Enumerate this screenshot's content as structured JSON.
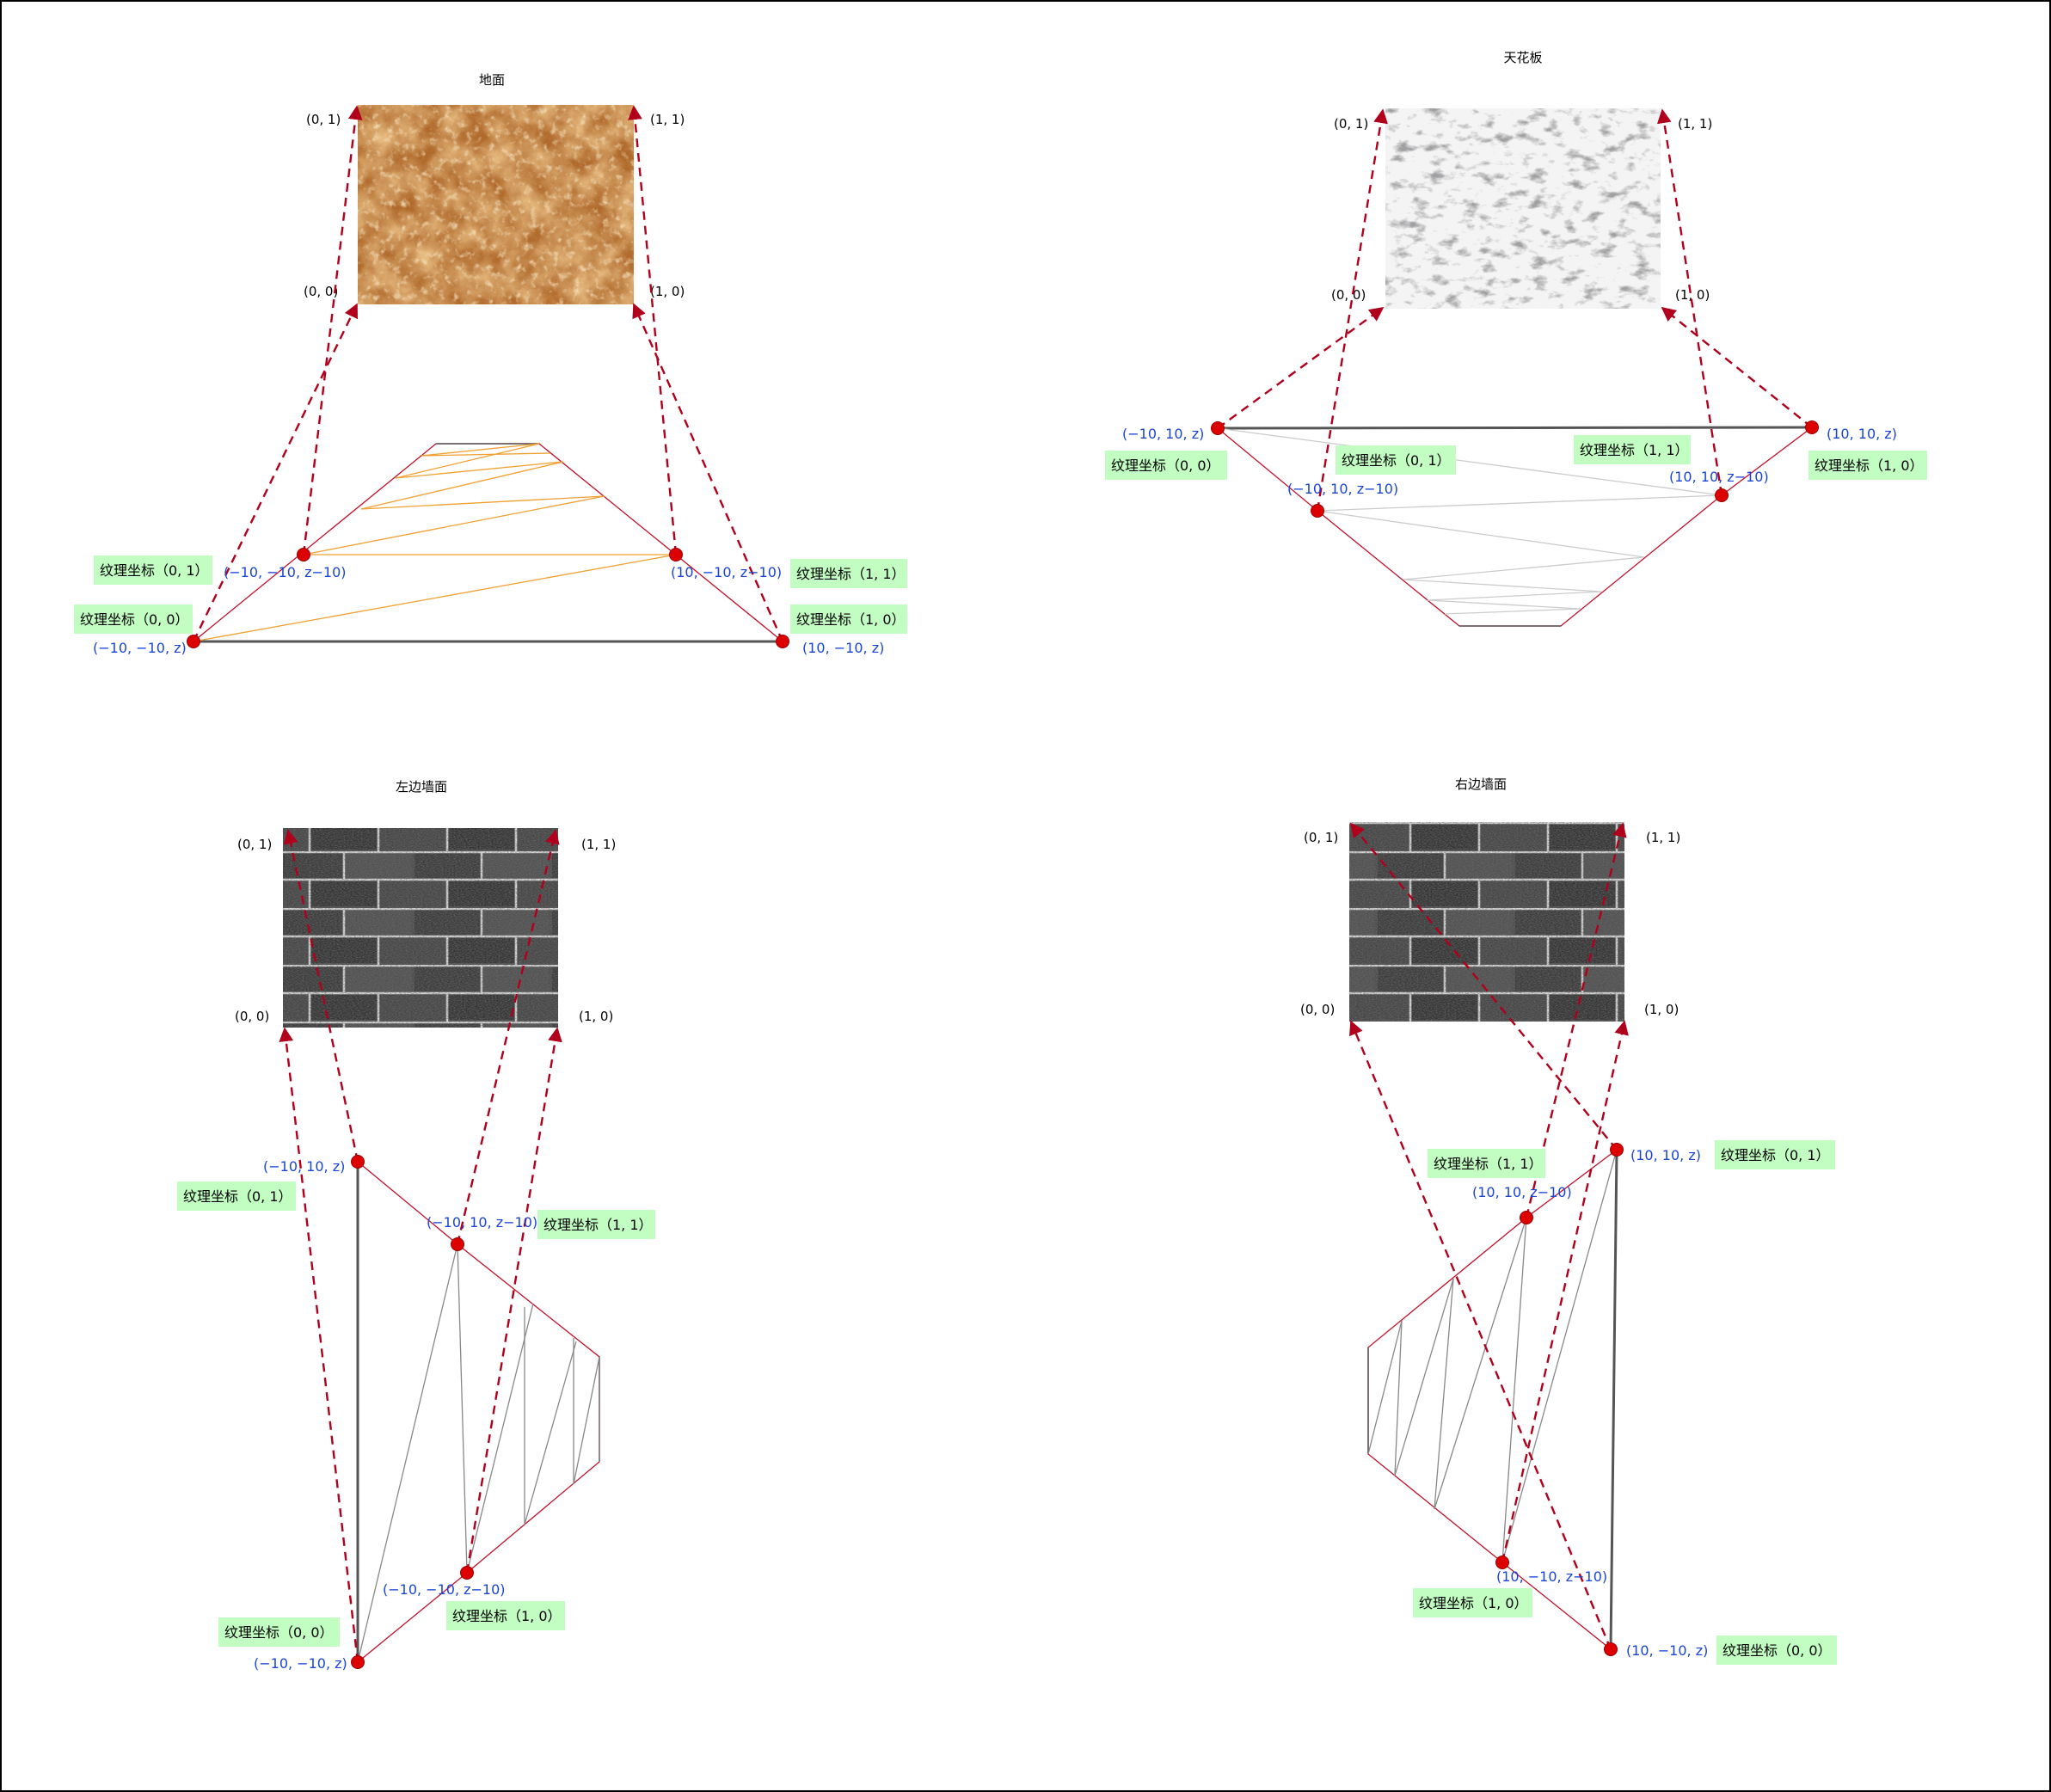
{
  "colors": {
    "arrow": "#b0001c",
    "edge": "#c0102a",
    "vertex": "#dd0000",
    "coord_text": "#1a44d8",
    "label_bg": "#c2fdc2",
    "floor_hatch": "#f0a030",
    "ceiling_hatch": "#cccccc",
    "wall_hatch": "#888888"
  },
  "panels": [
    {
      "id": "floor",
      "title": "地面",
      "texture": "rock-texture",
      "corners": [
        "(0, 1)",
        "(1, 1)",
        "(0, 0)",
        "(1, 0)"
      ],
      "vertices": [
        {
          "coord": "(−10, −10, z−10)",
          "tex": "纹理坐标（0, 1）"
        },
        {
          "coord": "(10, −10, z−10)",
          "tex": "纹理坐标（1, 1）"
        },
        {
          "coord": "(−10, −10, z)",
          "tex": "纹理坐标（0, 0）"
        },
        {
          "coord": "(10, −10, z)",
          "tex": "纹理坐标（1, 0）"
        }
      ]
    },
    {
      "id": "ceiling",
      "title": "天花板",
      "texture": "marble-texture",
      "corners": [
        "(0, 1)",
        "(1, 1)",
        "(0, 0)",
        "(1, 0)"
      ],
      "vertices": [
        {
          "coord": "(−10, 10, z)",
          "tex": "纹理坐标（0, 0）"
        },
        {
          "coord": "(10, 10, z)",
          "tex": "纹理坐标（1, 0）"
        },
        {
          "coord": "(−10, 10, z−10)",
          "tex": "纹理坐标（0, 1）"
        },
        {
          "coord": "(10, 10, z−10)",
          "tex": "纹理坐标（1, 1）"
        }
      ]
    },
    {
      "id": "left-wall",
      "title": "左边墙面",
      "texture": "brick-texture",
      "corners": [
        "(0, 1)",
        "(1, 1)",
        "(0, 0)",
        "(1, 0)"
      ],
      "vertices": [
        {
          "coord": "(−10, 10, z)",
          "tex": "纹理坐标（0, 1）"
        },
        {
          "coord": "(−10, 10, z−10)",
          "tex": "纹理坐标（1, 1）"
        },
        {
          "coord": "(−10, −10, z−10)",
          "tex": "纹理坐标（1, 0）"
        },
        {
          "coord": "(−10, −10, z)",
          "tex": "纹理坐标（0, 0）"
        }
      ]
    },
    {
      "id": "right-wall",
      "title": "右边墙面",
      "texture": "brick-texture",
      "corners": [
        "(0, 1)",
        "(1, 1)",
        "(0, 0)",
        "(1, 0)"
      ],
      "vertices": [
        {
          "coord": "(10, 10, z)",
          "tex": "纹理坐标（0, 1）"
        },
        {
          "coord": "(10, 10, z−10)",
          "tex": "纹理坐标（1, 1）"
        },
        {
          "coord": "(10, −10, z−10)",
          "tex": "纹理坐标（1, 0）"
        },
        {
          "coord": "(10, −10, z)",
          "tex": "纹理坐标（0, 0）"
        }
      ]
    }
  ]
}
